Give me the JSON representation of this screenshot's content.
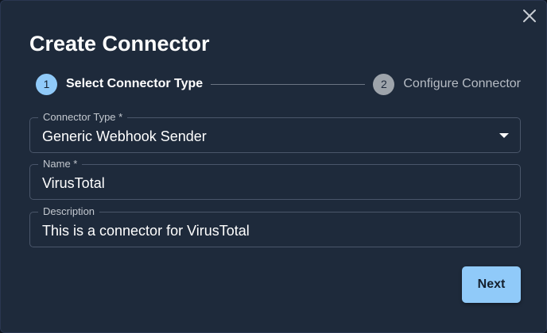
{
  "dialog": {
    "title": "Create Connector",
    "close_icon": "close-icon"
  },
  "stepper": {
    "steps": [
      {
        "number": "1",
        "label": "Select Connector Type",
        "state": "active"
      },
      {
        "number": "2",
        "label": "Configure Connector",
        "state": "inactive"
      }
    ]
  },
  "form": {
    "connector_type": {
      "label": "Connector Type *",
      "value": "Generic Webhook Sender"
    },
    "name": {
      "label": "Name *",
      "value": "VirusTotal"
    },
    "description": {
      "label": "Description",
      "value": "This is a connector for VirusTotal"
    }
  },
  "actions": {
    "next_label": "Next"
  },
  "colors": {
    "dialog_bg": "#1e2a3b",
    "accent": "#90caf9",
    "inactive_step": "#9ea4ab",
    "field_border": "#4a566a"
  }
}
